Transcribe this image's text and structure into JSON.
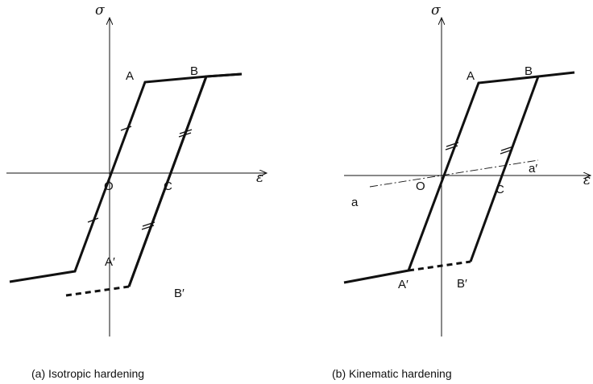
{
  "panel_a": {
    "sigma": "σ",
    "epsilon": "ε",
    "A": "A",
    "B": "B",
    "O": "O",
    "C": "C",
    "A_prime": "A′",
    "B_prime": "B′",
    "caption": "(a) Isotropic hardening"
  },
  "panel_b": {
    "sigma": "σ",
    "epsilon": "ε",
    "A": "A",
    "B": "B",
    "O": "O",
    "C": "C",
    "A_prime": "A′",
    "B_prime": "B′",
    "a": "a",
    "a_prime": "a′",
    "caption": "(b) Kinematic hardening"
  }
}
